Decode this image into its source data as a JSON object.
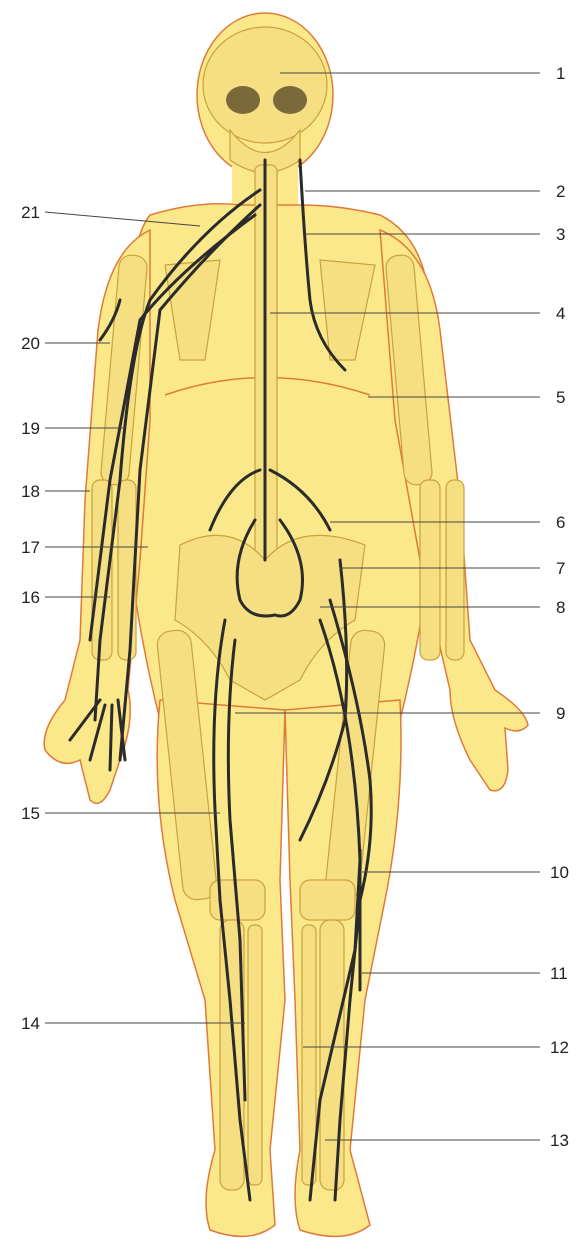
{
  "labels_right": [
    {
      "id": "label-1",
      "text": "1"
    },
    {
      "id": "label-2",
      "text": "2"
    },
    {
      "id": "label-3",
      "text": "3"
    },
    {
      "id": "label-4",
      "text": "4"
    },
    {
      "id": "label-5",
      "text": "5"
    },
    {
      "id": "label-6",
      "text": "6"
    },
    {
      "id": "label-7",
      "text": "7"
    },
    {
      "id": "label-8",
      "text": "8"
    },
    {
      "id": "label-9",
      "text": "9"
    },
    {
      "id": "label-10",
      "text": "10"
    },
    {
      "id": "label-11",
      "text": "11"
    },
    {
      "id": "label-12",
      "text": "12"
    },
    {
      "id": "label-13",
      "text": "13"
    }
  ],
  "labels_left": [
    {
      "id": "label-21",
      "text": "21"
    },
    {
      "id": "label-20",
      "text": "20"
    },
    {
      "id": "label-19",
      "text": "19"
    },
    {
      "id": "label-18",
      "text": "18"
    },
    {
      "id": "label-17",
      "text": "17"
    },
    {
      "id": "label-16",
      "text": "16"
    },
    {
      "id": "label-15",
      "text": "15"
    },
    {
      "id": "label-14",
      "text": "14"
    }
  ],
  "colors": {
    "skin": "#fbe88a",
    "skin_outline": "#e07a3a",
    "bone": "#f5df82",
    "bone_outline": "#c9a23c",
    "nerve": "#2b2b2b",
    "background": "#ffffff"
  }
}
